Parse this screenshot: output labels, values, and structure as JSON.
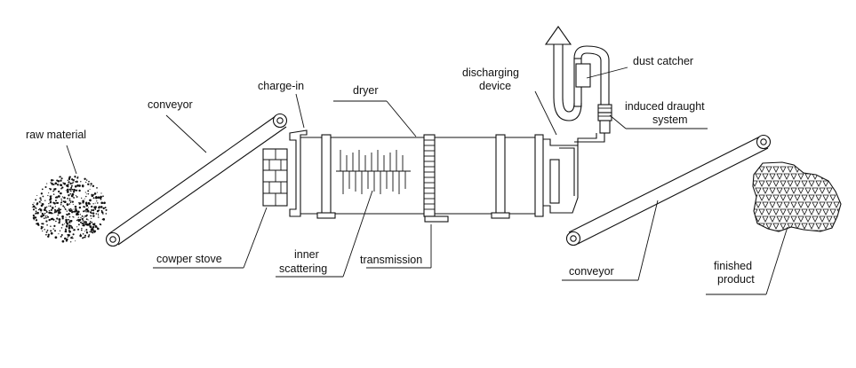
{
  "labels": {
    "raw_material": "raw material",
    "conveyor_left": "conveyor",
    "charge_in": "charge-in",
    "dryer": "dryer",
    "discharging_1": "discharging",
    "discharging_2": "device",
    "dust_catcher": "dust catcher",
    "induced_1": "induced draught",
    "induced_2": "system",
    "cowper_stove": "cowper stove",
    "inner_1": "inner",
    "inner_2": "scattering",
    "transmission": "transmission",
    "conveyor_right": "conveyor",
    "finished_1": "finished",
    "finished_2": "product"
  },
  "colors": {
    "ink": "#111111",
    "background": "#ffffff"
  }
}
